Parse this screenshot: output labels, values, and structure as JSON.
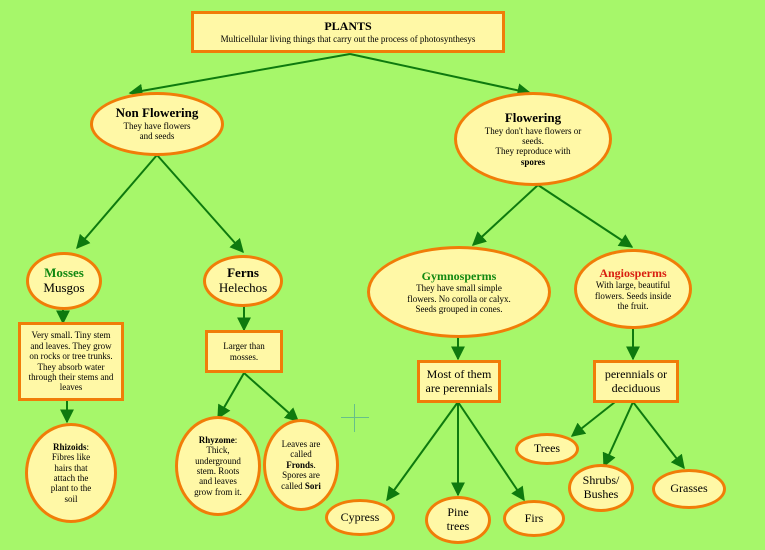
{
  "colors": {
    "background": "#a6f76a",
    "node_fill": "#fff8a6",
    "node_border": "#f07d08",
    "edge": "#0e7a0e",
    "green_title": "#118811",
    "red_title": "#d91e0f"
  },
  "plants": {
    "title": "PLANTS",
    "desc": "Multicellular living things that carry out the process of photosynthesys"
  },
  "non_flowering": {
    "title": "Non Flowering",
    "desc1": "They have flowers",
    "desc2": "and seeds"
  },
  "flowering": {
    "title": "Flowering",
    "desc1": "They don't have flowers or",
    "desc2": "seeds.",
    "desc3": "They reproduce with",
    "desc4": "spores"
  },
  "mosses": {
    "title": "Mosses",
    "subtitle": "Musgos"
  },
  "ferns": {
    "title": "Ferns",
    "subtitle": "Helechos"
  },
  "gymnosperms": {
    "title": "Gymnosperms",
    "desc1": "They have small simple",
    "desc2": "flowers. No corolla or calyx.",
    "desc3": "Seeds grouped in cones."
  },
  "angiosperms": {
    "title": "Angiosperms",
    "desc1": "With large, beautiful",
    "desc2": "flowers. Seeds inside",
    "desc3": "the fruit."
  },
  "mosses_desc": {
    "l1": "Very small. Tiny stem",
    "l2": "and leaves. They grow",
    "l3": "on rocks or tree trunks.",
    "l4": "They absorb water",
    "l5": "through their stems and",
    "l6": "leaves"
  },
  "rhizoids": {
    "term": "Rhizoids",
    "colon": ":",
    "l2": "Fibres like",
    "l3": "hairs that",
    "l4": "attach the",
    "l5": "plant to the",
    "l6": "soil"
  },
  "ferns_desc": {
    "l1": "Larger than",
    "l2": "mosses."
  },
  "rhyzome": {
    "term": "Rhyzome",
    "colon": ":",
    "l2": "Thick,",
    "l3": "underground",
    "l4": "stem. Roots",
    "l5": "and leaves",
    "l6": "grow from it."
  },
  "fronds": {
    "l1": "Leaves are",
    "l2": "called",
    "term1": "Fronds",
    "dot1": ".",
    "l4": "Spores are",
    "pre2": "called ",
    "term2": "Sori"
  },
  "gymno_box": {
    "l1": "Most of them",
    "l2": "are perennials"
  },
  "angio_box": {
    "l1": "perennials or",
    "l2": "deciduous"
  },
  "cypress": {
    "label": "Cypress"
  },
  "pine": {
    "l1": "Pine",
    "l2": "trees"
  },
  "firs": {
    "label": "Firs"
  },
  "trees": {
    "label": "Trees"
  },
  "shrubs": {
    "l1": "Shrubs/",
    "l2": "Bushes"
  },
  "grasses": {
    "label": "Grasses"
  }
}
